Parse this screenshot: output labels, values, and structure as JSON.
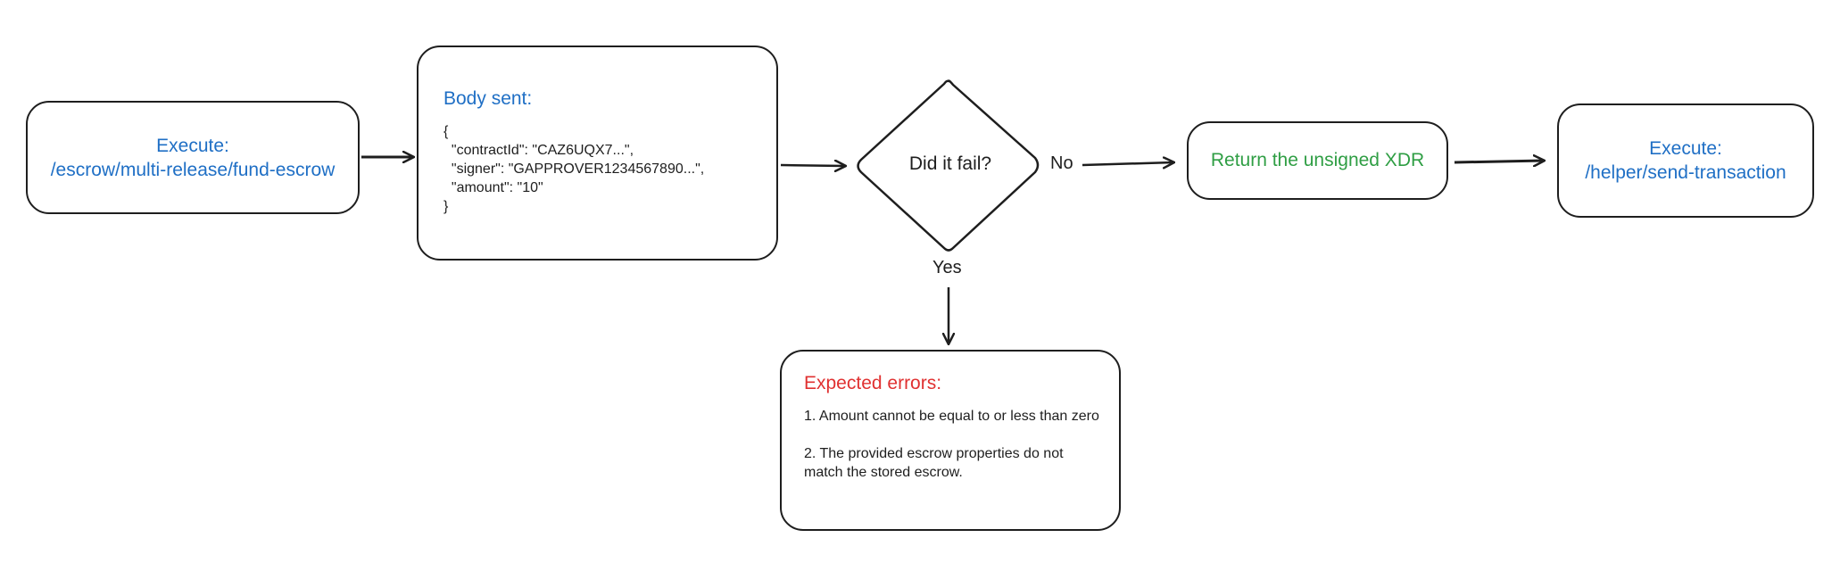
{
  "nodes": {
    "execute_fund": {
      "line1": "Execute:",
      "line2": "/escrow/multi-release/fund-escrow"
    },
    "body_sent": {
      "title": "Body sent:",
      "lines": [
        "{",
        "  \"contractId\": \"CAZ6UQX7...\",",
        "  \"signer\": \"GAPPROVER1234567890...\",",
        "  \"amount\": \"10\"",
        "}"
      ]
    },
    "decision": {
      "label": "Did it fail?"
    },
    "return_xdr": {
      "label": "Return the unsigned XDR"
    },
    "execute_send": {
      "line1": "Execute:",
      "line2": "/helper/send-transaction"
    },
    "expected_errors": {
      "title": "Expected errors:",
      "items": [
        "1. Amount cannot be equal to or less than zero",
        "2. The provided escrow properties do not match the stored escrow."
      ]
    }
  },
  "edges": {
    "no_label": "No",
    "yes_label": "Yes"
  },
  "colors": {
    "stroke": "#1e1e1e",
    "blue": "#1f6fc5",
    "green": "#2f9e44",
    "red": "#e03131"
  }
}
